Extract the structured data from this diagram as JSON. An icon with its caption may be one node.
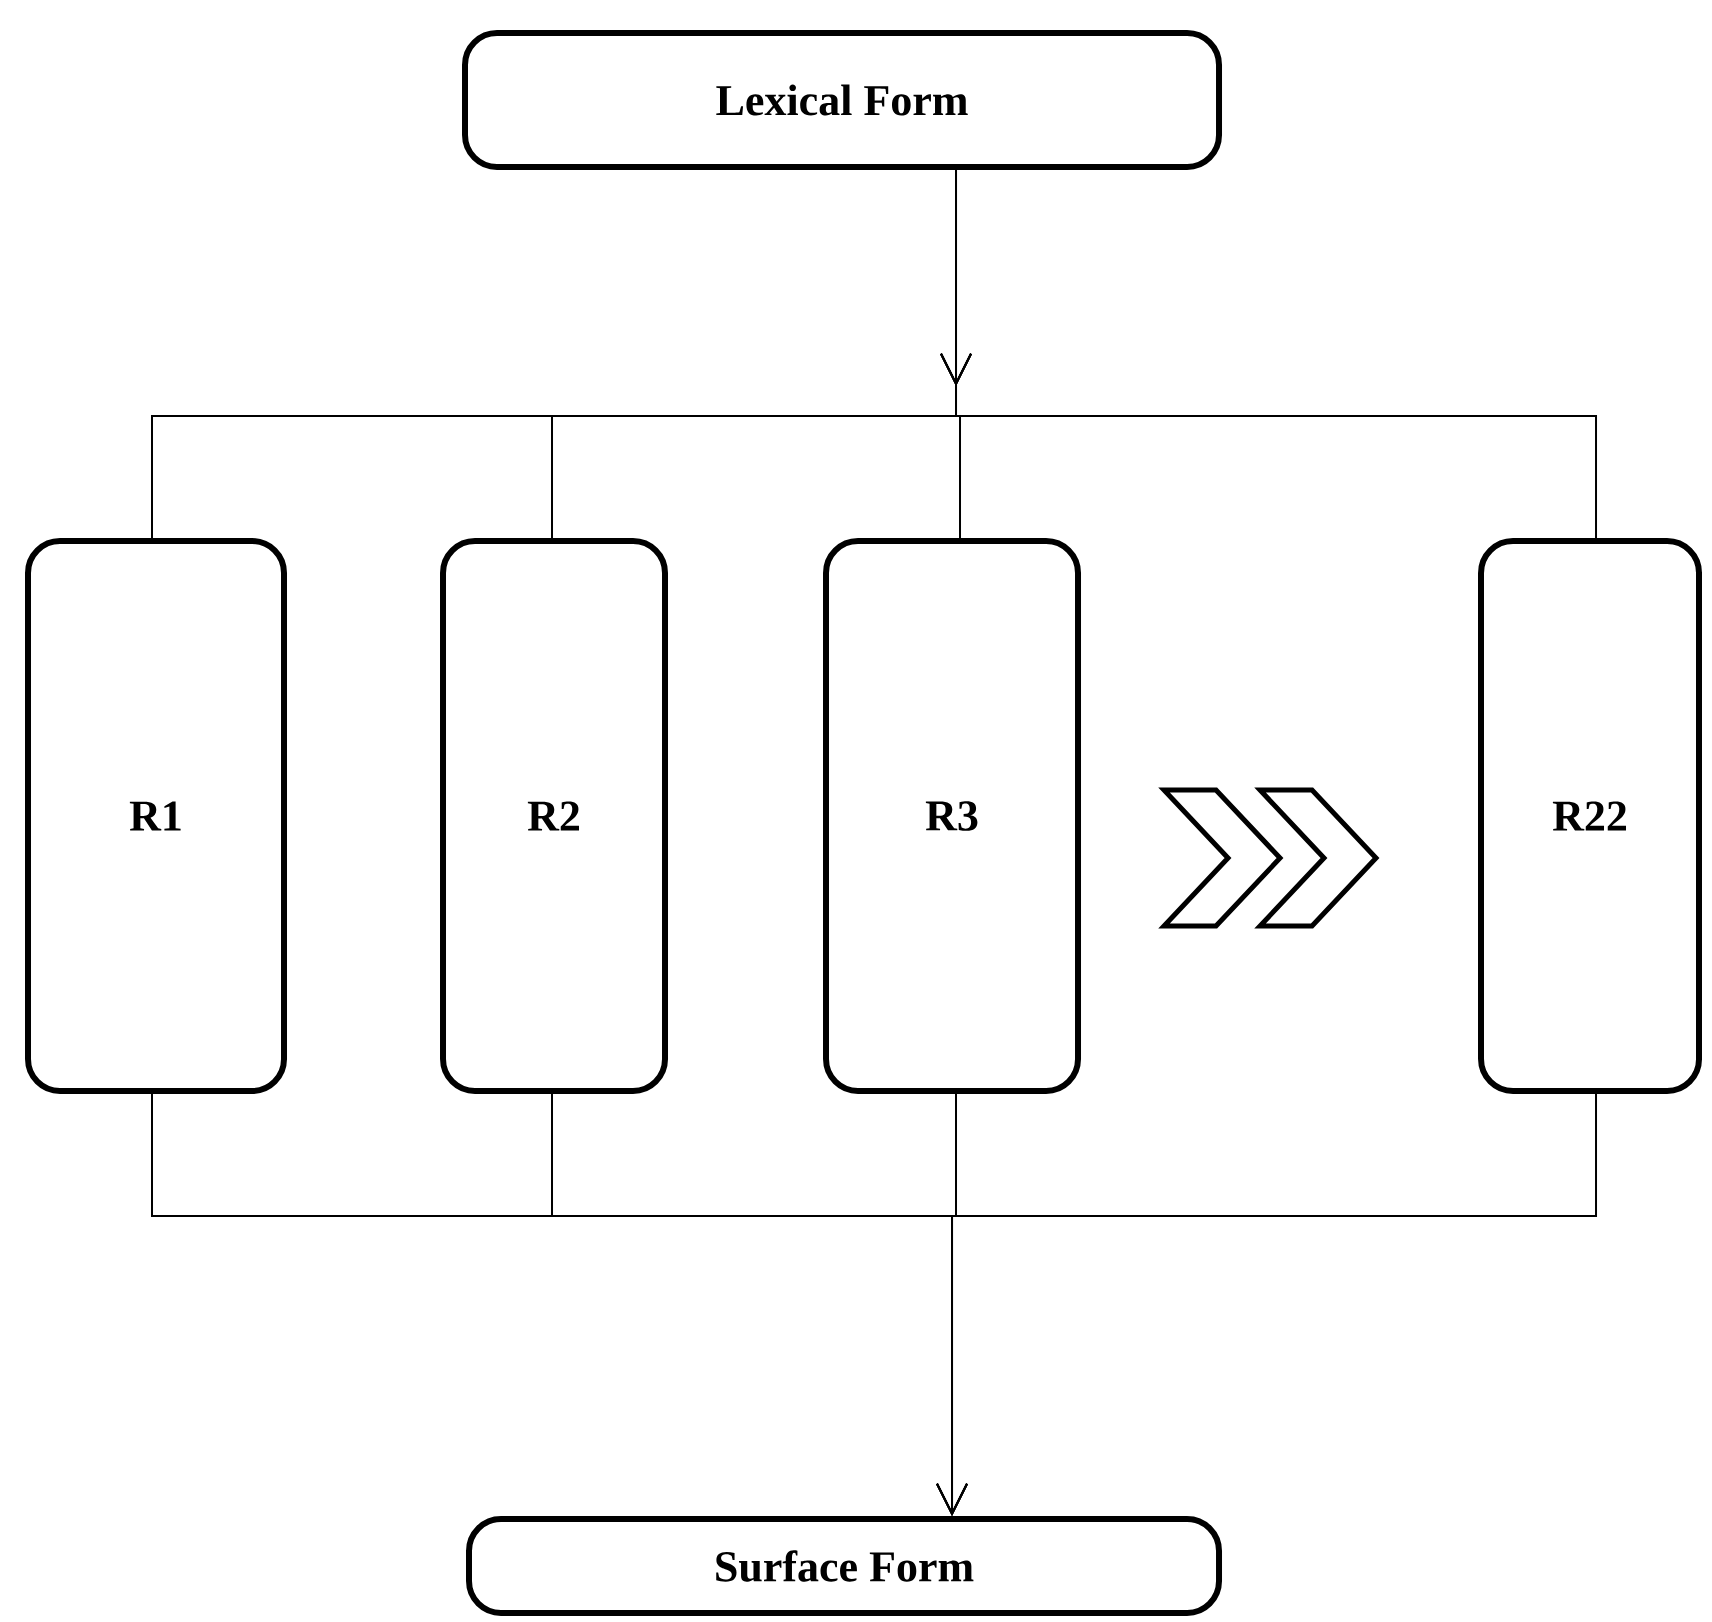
{
  "diagram": {
    "nodes": [
      {
        "text": [
          "Lexical Form"
        ]
      },
      {
        "text": [
          "R1"
        ]
      },
      {
        "text": [
          "R2"
        ]
      },
      {
        "text": [
          "R3"
        ]
      },
      {
        "text": [
          "R22"
        ]
      },
      {
        "text": [
          "Surface Form"
        ]
      }
    ],
    "edges": [
      {
        "from": 0,
        "to": 1,
        "arrow": "to"
      },
      {
        "from": 0,
        "to": 2,
        "arrow": "to"
      },
      {
        "from": 0,
        "to": 3,
        "arrow": "to"
      },
      {
        "from": 0,
        "to": 4,
        "arrow": "to"
      },
      {
        "from": 1,
        "to": 5,
        "arrow": "to"
      },
      {
        "from": 2,
        "to": 5,
        "arrow": "to"
      },
      {
        "from": 3,
        "to": 5,
        "arrow": "to"
      },
      {
        "from": 4,
        "to": 5,
        "arrow": "to"
      }
    ]
  }
}
